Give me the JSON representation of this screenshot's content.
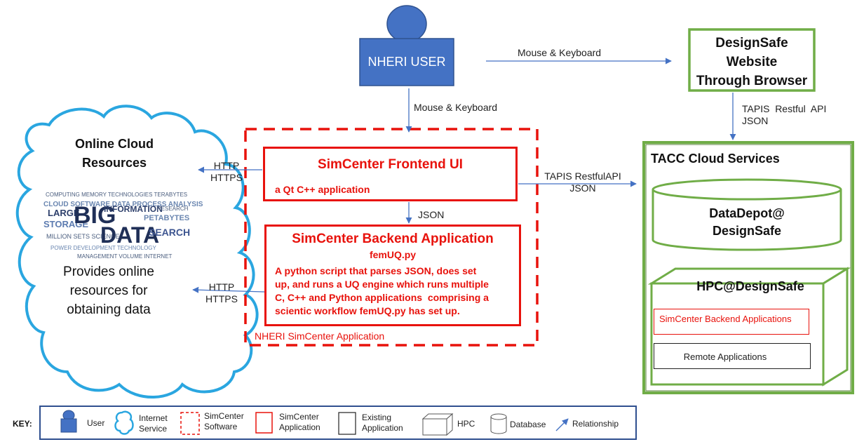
{
  "user": {
    "label": "NHERI USER"
  },
  "designsafe": {
    "lines": [
      "DesignSafe",
      "Website",
      "Through Browser"
    ]
  },
  "edges": {
    "user_to_designsafe": "Mouse & Keyboard",
    "user_to_frontend": "Mouse & Keyboard",
    "designsafe_to_tacc": [
      "TAPIS  Restful  API",
      "JSON"
    ],
    "frontend_to_tacc": [
      "TAPIS RestfulAPI",
      "JSON"
    ],
    "frontend_to_cloud": [
      "HTTP",
      "HTTPS"
    ],
    "backend_to_cloud": [
      "HTTP",
      "HTTPS"
    ],
    "frontend_to_backend": "JSON"
  },
  "cloud": {
    "title": [
      "Online Cloud",
      "Resources"
    ],
    "text": [
      "Provides online",
      "resources for",
      "obtaining data"
    ],
    "image_word": "BIG DATA"
  },
  "frontend": {
    "title": "SimCenter Frontend UI",
    "subtitle": "a Qt C++ application"
  },
  "backend": {
    "title": "SimCenter Backend Application",
    "file": "femUQ.py",
    "desc": [
      "A python script that parses JSON, does set",
      "up, and runs a UQ engine which runs multiple",
      "C, C++ and Python applications  comprising a",
      "scientic workflow femUQ.py has set up."
    ]
  },
  "nheri_app": {
    "label": "NHERI SimCenter Application"
  },
  "tacc": {
    "title": "TACC Cloud Services",
    "datadepot": [
      "DataDepot@",
      "DesignSafe"
    ],
    "hpc": {
      "title": "HPC@DesignSafe",
      "backend_apps": "SimCenter Backend Applications",
      "remote_apps": "Remote Applications"
    }
  },
  "key": {
    "label": "KEY:",
    "items": {
      "user": "User",
      "internet": [
        "Internet",
        "Service"
      ],
      "sim_software": [
        "SimCenter",
        "Software"
      ],
      "sim_app": [
        "SimCenter",
        "Application"
      ],
      "existing_app": [
        "Existing",
        "Application"
      ],
      "hpc": "HPC",
      "database": "Database",
      "relationship": "Relationship"
    }
  },
  "colors": {
    "user_blue": "#4472c4",
    "arrow_blue": "#4472c4",
    "simcenter_red": "#e8120c",
    "tacc_green": "#70ad47",
    "cloud_blue": "#2aa6e0",
    "key_border": "#2f4f8f"
  }
}
